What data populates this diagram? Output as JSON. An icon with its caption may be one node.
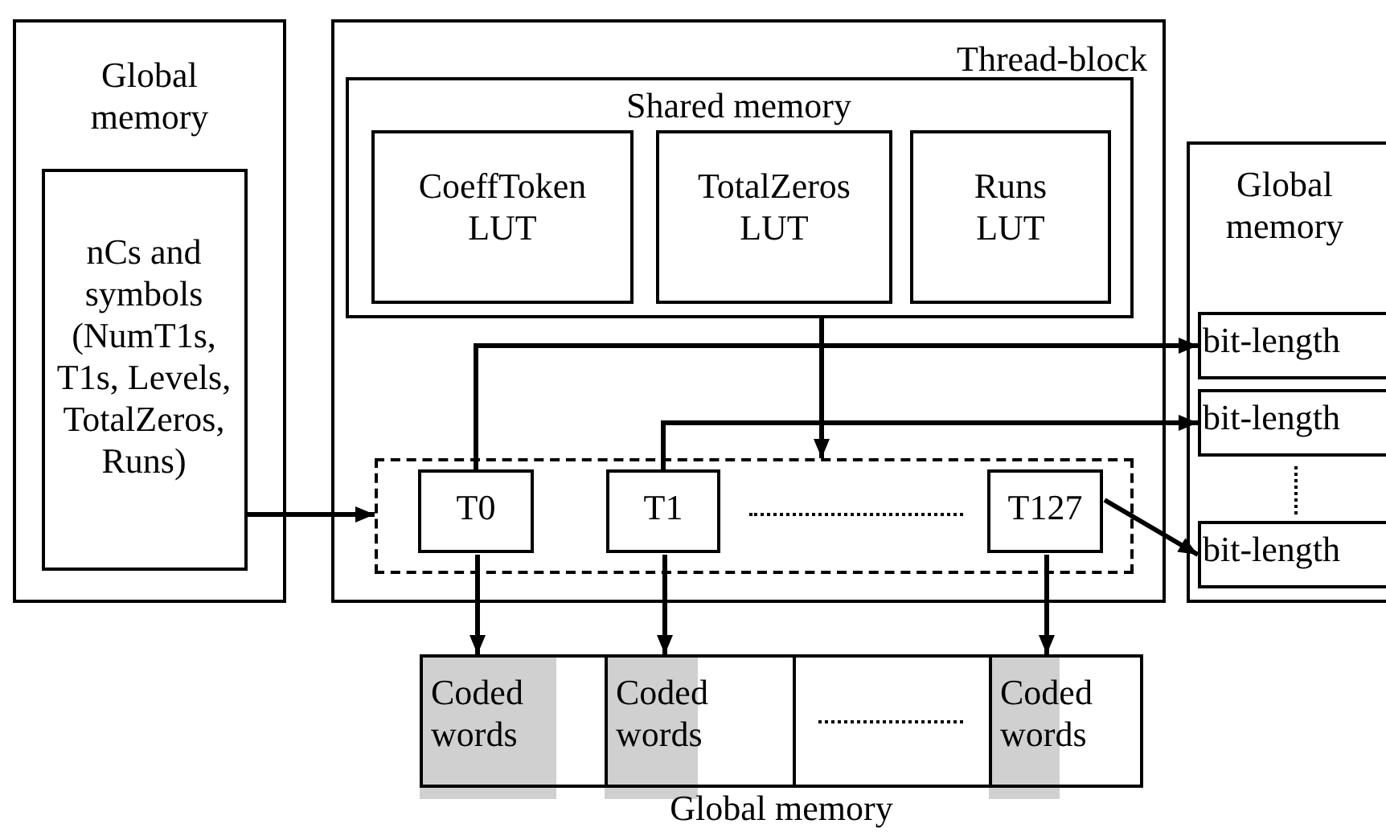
{
  "diagram": {
    "nodes": [
      {
        "text": [
          "Global memory"
        ]
      },
      {
        "text": [
          "nCs and symbols (NumT1s, T1s, Levels, TotalZeros, Runs)"
        ],
        "in": 0
      },
      {
        "text": [
          "Thread-block"
        ]
      },
      {
        "text": [
          "Shared memory"
        ],
        "in": 2
      },
      {
        "text": [
          "CoeffToken LUT"
        ],
        "in": 3
      },
      {
        "text": [
          "TotalZeros LUT"
        ],
        "in": 3
      },
      {
        "text": [
          "Runs LUT"
        ],
        "in": 3
      },
      {
        "text": [],
        "shape": "box",
        "in": 2
      },
      {
        "text": [
          "T0"
        ],
        "in": 7
      },
      {
        "text": [
          "T1"
        ],
        "in": 7
      },
      {
        "text": [
          "T127"
        ],
        "in": 7
      },
      {
        "text": [
          "Global memory"
        ]
      },
      {
        "text": [
          "bit-length"
        ],
        "in": 11
      },
      {
        "text": [
          "bit-length"
        ],
        "in": 11
      },
      {
        "text": [
          "bit-length"
        ],
        "in": 11
      },
      {
        "text": [
          "Global memory"
        ]
      },
      {
        "text": [
          "Coded words"
        ],
        "in": 15
      },
      {
        "text": [
          "Coded words"
        ],
        "in": 15
      },
      {
        "text": [],
        "shape": "box",
        "in": 15
      },
      {
        "text": [
          "Coded words"
        ],
        "in": 15
      }
    ],
    "edges": [
      {
        "from": 1,
        "to": 7,
        "arrow": "to"
      },
      {
        "from": 3,
        "to": 7,
        "arrow": "to"
      },
      {
        "from": 8,
        "to": 12,
        "arrow": "to"
      },
      {
        "from": 9,
        "to": 13,
        "arrow": "to"
      },
      {
        "from": 10,
        "to": 14,
        "arrow": "to"
      },
      {
        "from": 8,
        "to": 16,
        "arrow": "to"
      },
      {
        "from": 9,
        "to": 17,
        "arrow": "to"
      },
      {
        "from": 10,
        "to": 19,
        "arrow": "to"
      }
    ]
  }
}
